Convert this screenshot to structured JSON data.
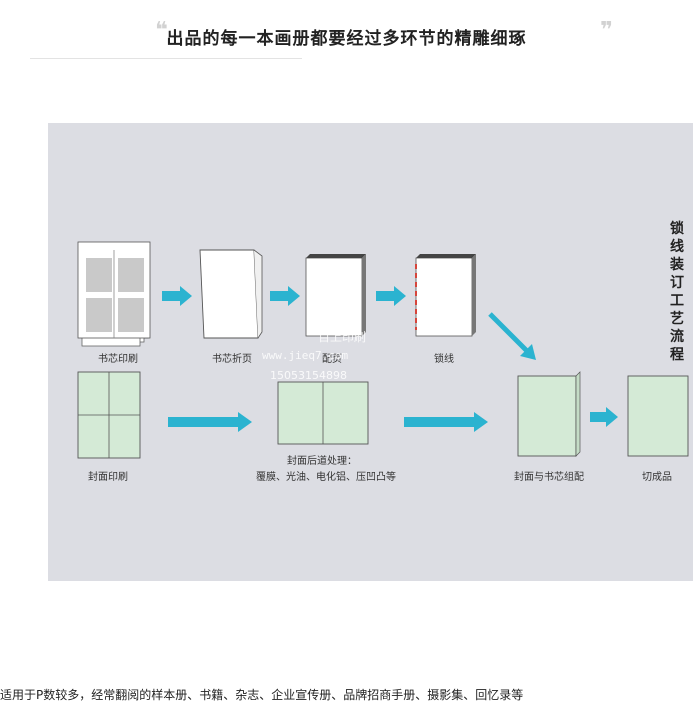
{
  "header": {
    "title": "出品的每一本画册都要经过多环节的精雕细琢"
  },
  "diagram": {
    "vertical_title": "锁线装订工艺流程",
    "steps_top": [
      {
        "label": "书芯印刷"
      },
      {
        "label": "书芯折页"
      },
      {
        "label": "配页"
      },
      {
        "label": "锁线"
      }
    ],
    "steps_bottom": [
      {
        "label": "封面印刷"
      },
      {
        "label": "封面后道处理：",
        "sub": "覆膜、光油、电化铝、压凹凸等"
      },
      {
        "label": "封面与书芯组配"
      },
      {
        "label": "切成品"
      }
    ],
    "colors": {
      "panel": "#dcdde3",
      "arrow": "#2bb3d0",
      "cover_fill": "#d4ead6",
      "stitch": "#d6453b"
    }
  },
  "watermark": {
    "line1": "百上印刷",
    "line2": "www.jieq7.com",
    "line3": "15053154898"
  },
  "footer": {
    "text": "适用于P数较多，经常翻阅的样本册、书籍、杂志、企业宣传册、品牌招商手册、摄影集、回忆录等"
  }
}
